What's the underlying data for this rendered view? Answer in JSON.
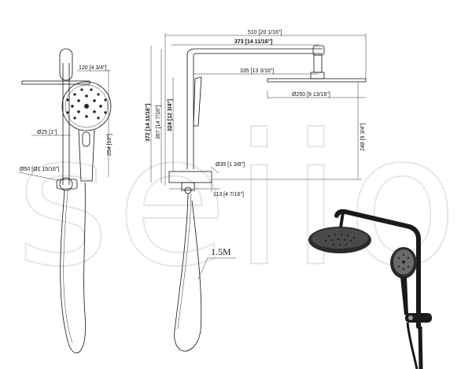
{
  "watermark": "seiio",
  "front_view": {
    "dim_head_width": "120 [4 3/4\"]",
    "dim_handle_diam": "Ø25 [1\"]",
    "dim_handset_height": "254 [10\"]",
    "dim_holder_diam": "Ø50 [Ø1 15/16\"]"
  },
  "side_view": {
    "dim_total_width": "510 [20 1/16\"]",
    "dim_arm_width": "373 [14 11/16\"]",
    "dim_reach": "335 [13 3/16\"]",
    "dim_rose_diam": "Ø250 [9 13/16\"]",
    "dim_total_height": "372 [14 11/16\"]",
    "dim_height_2": "367 [14 7/16\"]",
    "dim_height_3": "324 [12 3/4\"]",
    "dim_head_height": "248 [9 3/4\"]",
    "dim_base_diam": "Ø35 [1 3/8\"]",
    "dim_base_width": "113 [4 7/16\"]"
  },
  "hose": {
    "length_label": "1.5M"
  },
  "colors": {
    "line": "#111111",
    "product_black": "#1a1a1a",
    "watermark": "#e6e6e6"
  }
}
